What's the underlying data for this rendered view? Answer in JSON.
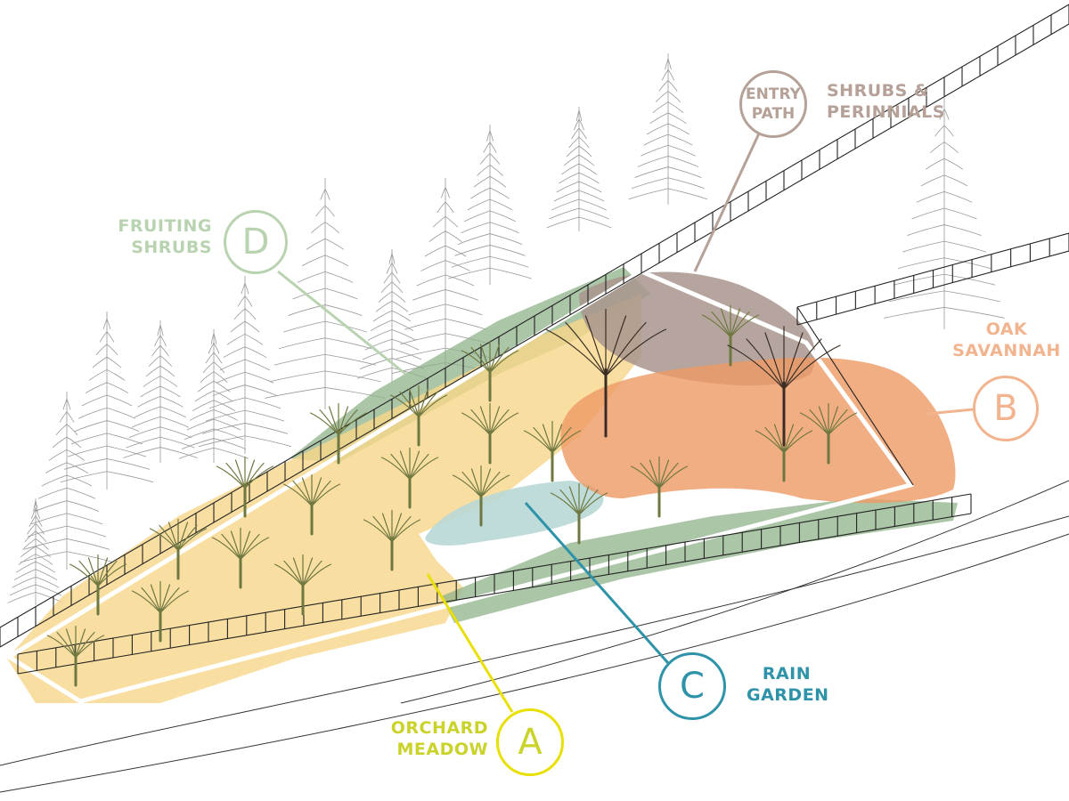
{
  "zones": [
    {
      "letter": "A",
      "name_line1": "ORCHARD",
      "name_line2": "MEADOW",
      "color": "#e8e000",
      "text_color": "#c9d32a",
      "fill": "#f8d68a"
    },
    {
      "letter": "B",
      "name_line1": "OAK",
      "name_line2": "SAVANNAH",
      "color": "#f2b48e",
      "text_color": "#f2b48e",
      "fill": "#ee9a64"
    },
    {
      "letter": "C",
      "name_line1": "RAIN",
      "name_line2": "GARDEN",
      "color": "#2e93a8",
      "text_color": "#2e93a8",
      "fill": "#b8d8d6"
    },
    {
      "letter": "D",
      "name_line1": "FRUITING",
      "name_line2": "SHRUBS",
      "color": "#b9d3b0",
      "text_color": "#b9d3b0",
      "fill": "#8fb28a"
    }
  ],
  "entry": {
    "circle_line1": "ENTRY",
    "circle_line2": "PATH",
    "name_line1": "SHRUBS &",
    "name_line2": "PERINNIALS",
    "color": "#b5a197",
    "fill": "#a8958d"
  }
}
